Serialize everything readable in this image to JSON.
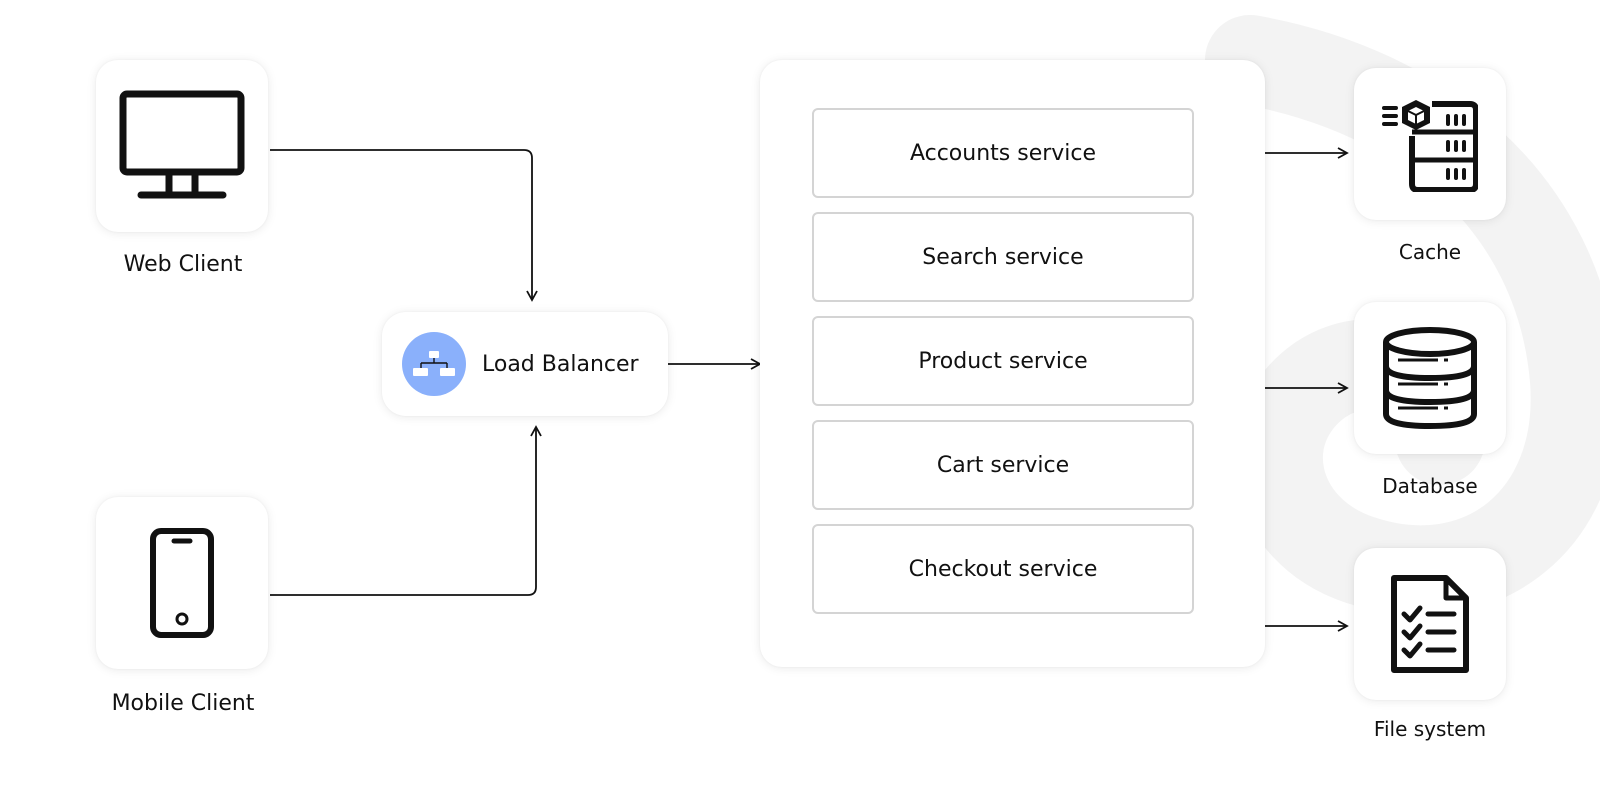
{
  "clients": {
    "web": {
      "label": "Web Client",
      "icon": "monitor-icon"
    },
    "mobile": {
      "label": "Mobile Client",
      "icon": "smartphone-icon"
    }
  },
  "load_balancer": {
    "label": "Load Balancer",
    "icon": "sitemap-icon",
    "badge_color": "#8ab0fb"
  },
  "services": [
    {
      "label": "Accounts service"
    },
    {
      "label": "Search service"
    },
    {
      "label": "Product service"
    },
    {
      "label": "Cart service"
    },
    {
      "label": "Checkout service"
    }
  ],
  "storage": {
    "cache": {
      "label": "Cache",
      "icon": "cache-server-icon"
    },
    "database": {
      "label": "Database",
      "icon": "database-icon"
    },
    "filesystem": {
      "label": "File system",
      "icon": "checklist-document-icon"
    }
  }
}
